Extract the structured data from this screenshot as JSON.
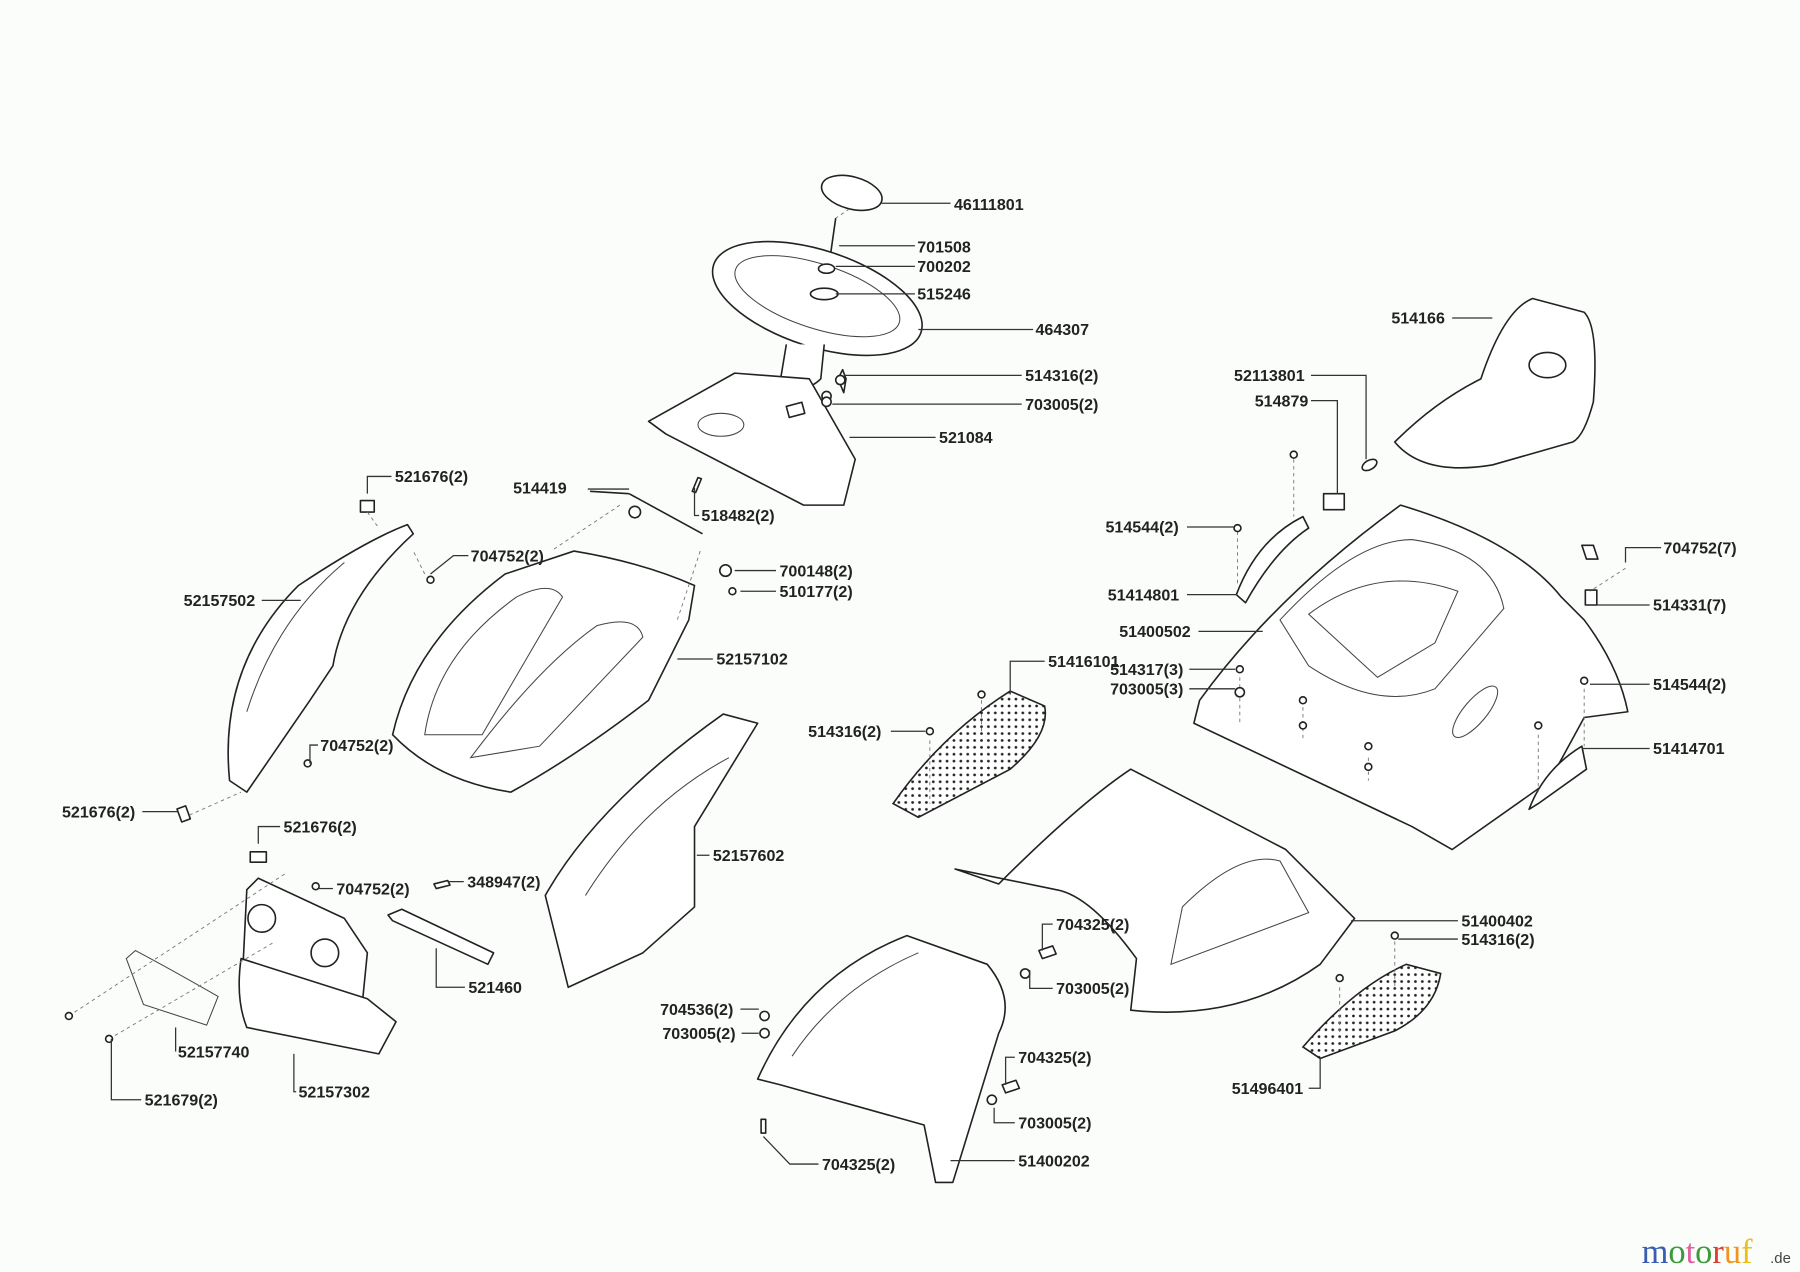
{
  "diagram": {
    "type": "exploded parts diagram",
    "labels": [
      {
        "text": "46111801"
      },
      {
        "text": "701508"
      },
      {
        "text": "700202"
      },
      {
        "text": "515246"
      },
      {
        "text": "464307"
      },
      {
        "text": "514316(2)"
      },
      {
        "text": "703005(2)"
      },
      {
        "text": "521084"
      },
      {
        "text": "514419"
      },
      {
        "text": "518482(2)"
      },
      {
        "text": "521676(2)"
      },
      {
        "text": "704752(2)"
      },
      {
        "text": "52157502"
      },
      {
        "text": "700148(2)"
      },
      {
        "text": "510177(2)"
      },
      {
        "text": "52157102"
      },
      {
        "text": "704752(2)"
      },
      {
        "text": "521676(2)"
      },
      {
        "text": "521676(2)"
      },
      {
        "text": "704752(2)"
      },
      {
        "text": "348947(2)"
      },
      {
        "text": "52157602"
      },
      {
        "text": "521460"
      },
      {
        "text": "52157740"
      },
      {
        "text": "521679(2)"
      },
      {
        "text": "52157302"
      },
      {
        "text": "704536(2)"
      },
      {
        "text": "703005(2)"
      },
      {
        "text": "704325(2)"
      },
      {
        "text": "51400202"
      },
      {
        "text": "704325(2)"
      },
      {
        "text": "703005(2)"
      },
      {
        "text": "704325(2)"
      },
      {
        "text": "703005(2)"
      },
      {
        "text": "51400402"
      },
      {
        "text": "514316(2)"
      },
      {
        "text": "51496401"
      },
      {
        "text": "514316(2)"
      },
      {
        "text": "51416101"
      },
      {
        "text": "514166"
      },
      {
        "text": "52113801"
      },
      {
        "text": "514879"
      },
      {
        "text": "514544(2)"
      },
      {
        "text": "51414801"
      },
      {
        "text": "51400502"
      },
      {
        "text": "514317(3)"
      },
      {
        "text": "703005(3)"
      },
      {
        "text": "704752(7)"
      },
      {
        "text": "514331(7)"
      },
      {
        "text": "514544(2)"
      },
      {
        "text": "51414701"
      }
    ]
  },
  "logo": {
    "text": "motoruf.de",
    "letters": [
      {
        "ch": "m",
        "color": "#3b5cb0"
      },
      {
        "ch": "o",
        "color": "#3c9a3c"
      },
      {
        "ch": "t",
        "color": "#e0609e"
      },
      {
        "ch": "o",
        "color": "#3c9a3c"
      },
      {
        "ch": "r",
        "color": "#d9402c"
      },
      {
        "ch": "u",
        "color": "#f0941e"
      },
      {
        "ch": "f",
        "color": "#e8c01a"
      }
    ],
    "suffix": ".de"
  }
}
